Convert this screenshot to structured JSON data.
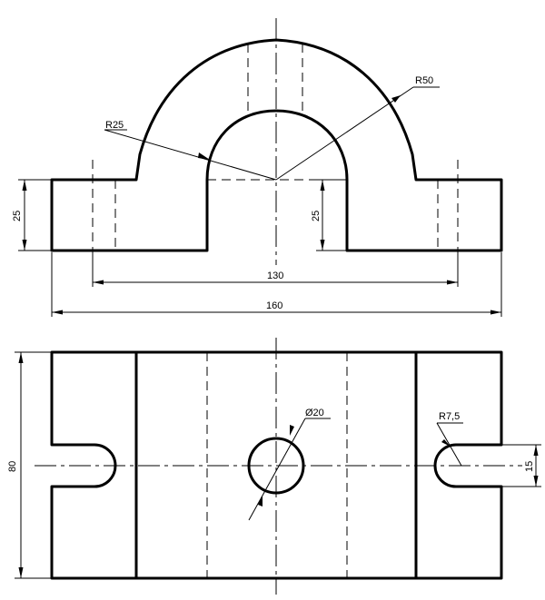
{
  "dimensions": {
    "d25_left": "25",
    "d25_right": "25",
    "d130": "130",
    "d160": "160",
    "r25": "R25",
    "r50": "R50",
    "d80": "80",
    "dia20": "Ø20",
    "r7_5": "R7,5",
    "d15": "15"
  }
}
